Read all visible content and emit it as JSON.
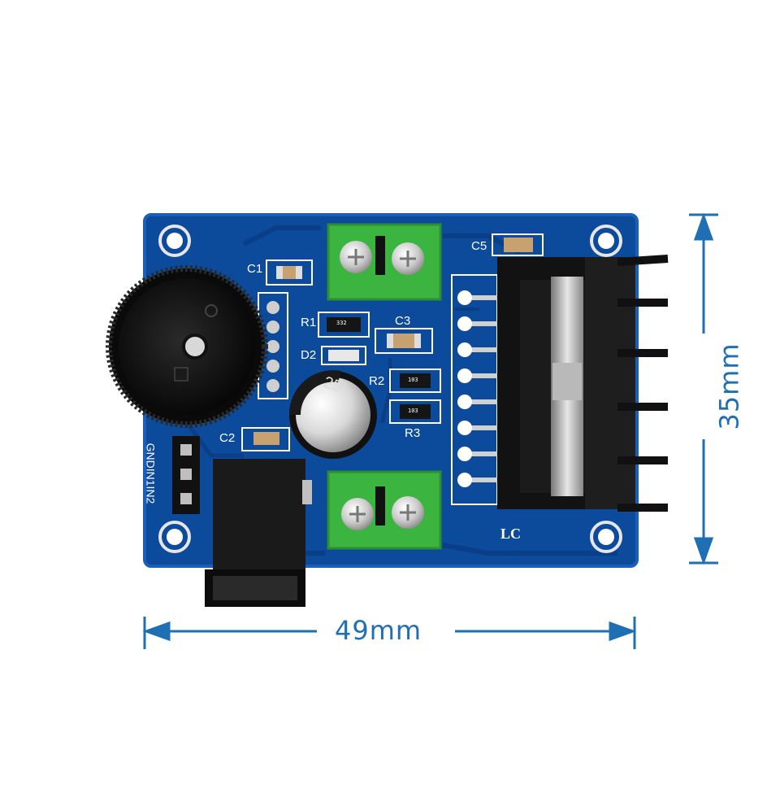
{
  "dimensions": {
    "width": "49mm",
    "height": "35mm"
  },
  "silkscreen": {
    "c1": "C1",
    "c2": "C2",
    "c3": "C3",
    "c5": "C5",
    "r1": "R1",
    "r2": "R2",
    "r3": "R3",
    "d2": "D2",
    "header": "GNDIN1IN2",
    "logo": "LC",
    "r1_code": "332",
    "r2_code": "103",
    "r3_code": "103",
    "cap_mark": "25"
  },
  "colors": {
    "pcb": "#0c4a9c",
    "pcb_dark": "#083a7e",
    "terminal": "#3bb53f",
    "dimension": "#1f6fb5",
    "heatsink": "#111111"
  },
  "icons": [
    "screw-terminal-icon",
    "potentiometer-knob-icon",
    "dc-jack-icon",
    "electrolytic-capacitor-icon",
    "power-ic-icon"
  ]
}
